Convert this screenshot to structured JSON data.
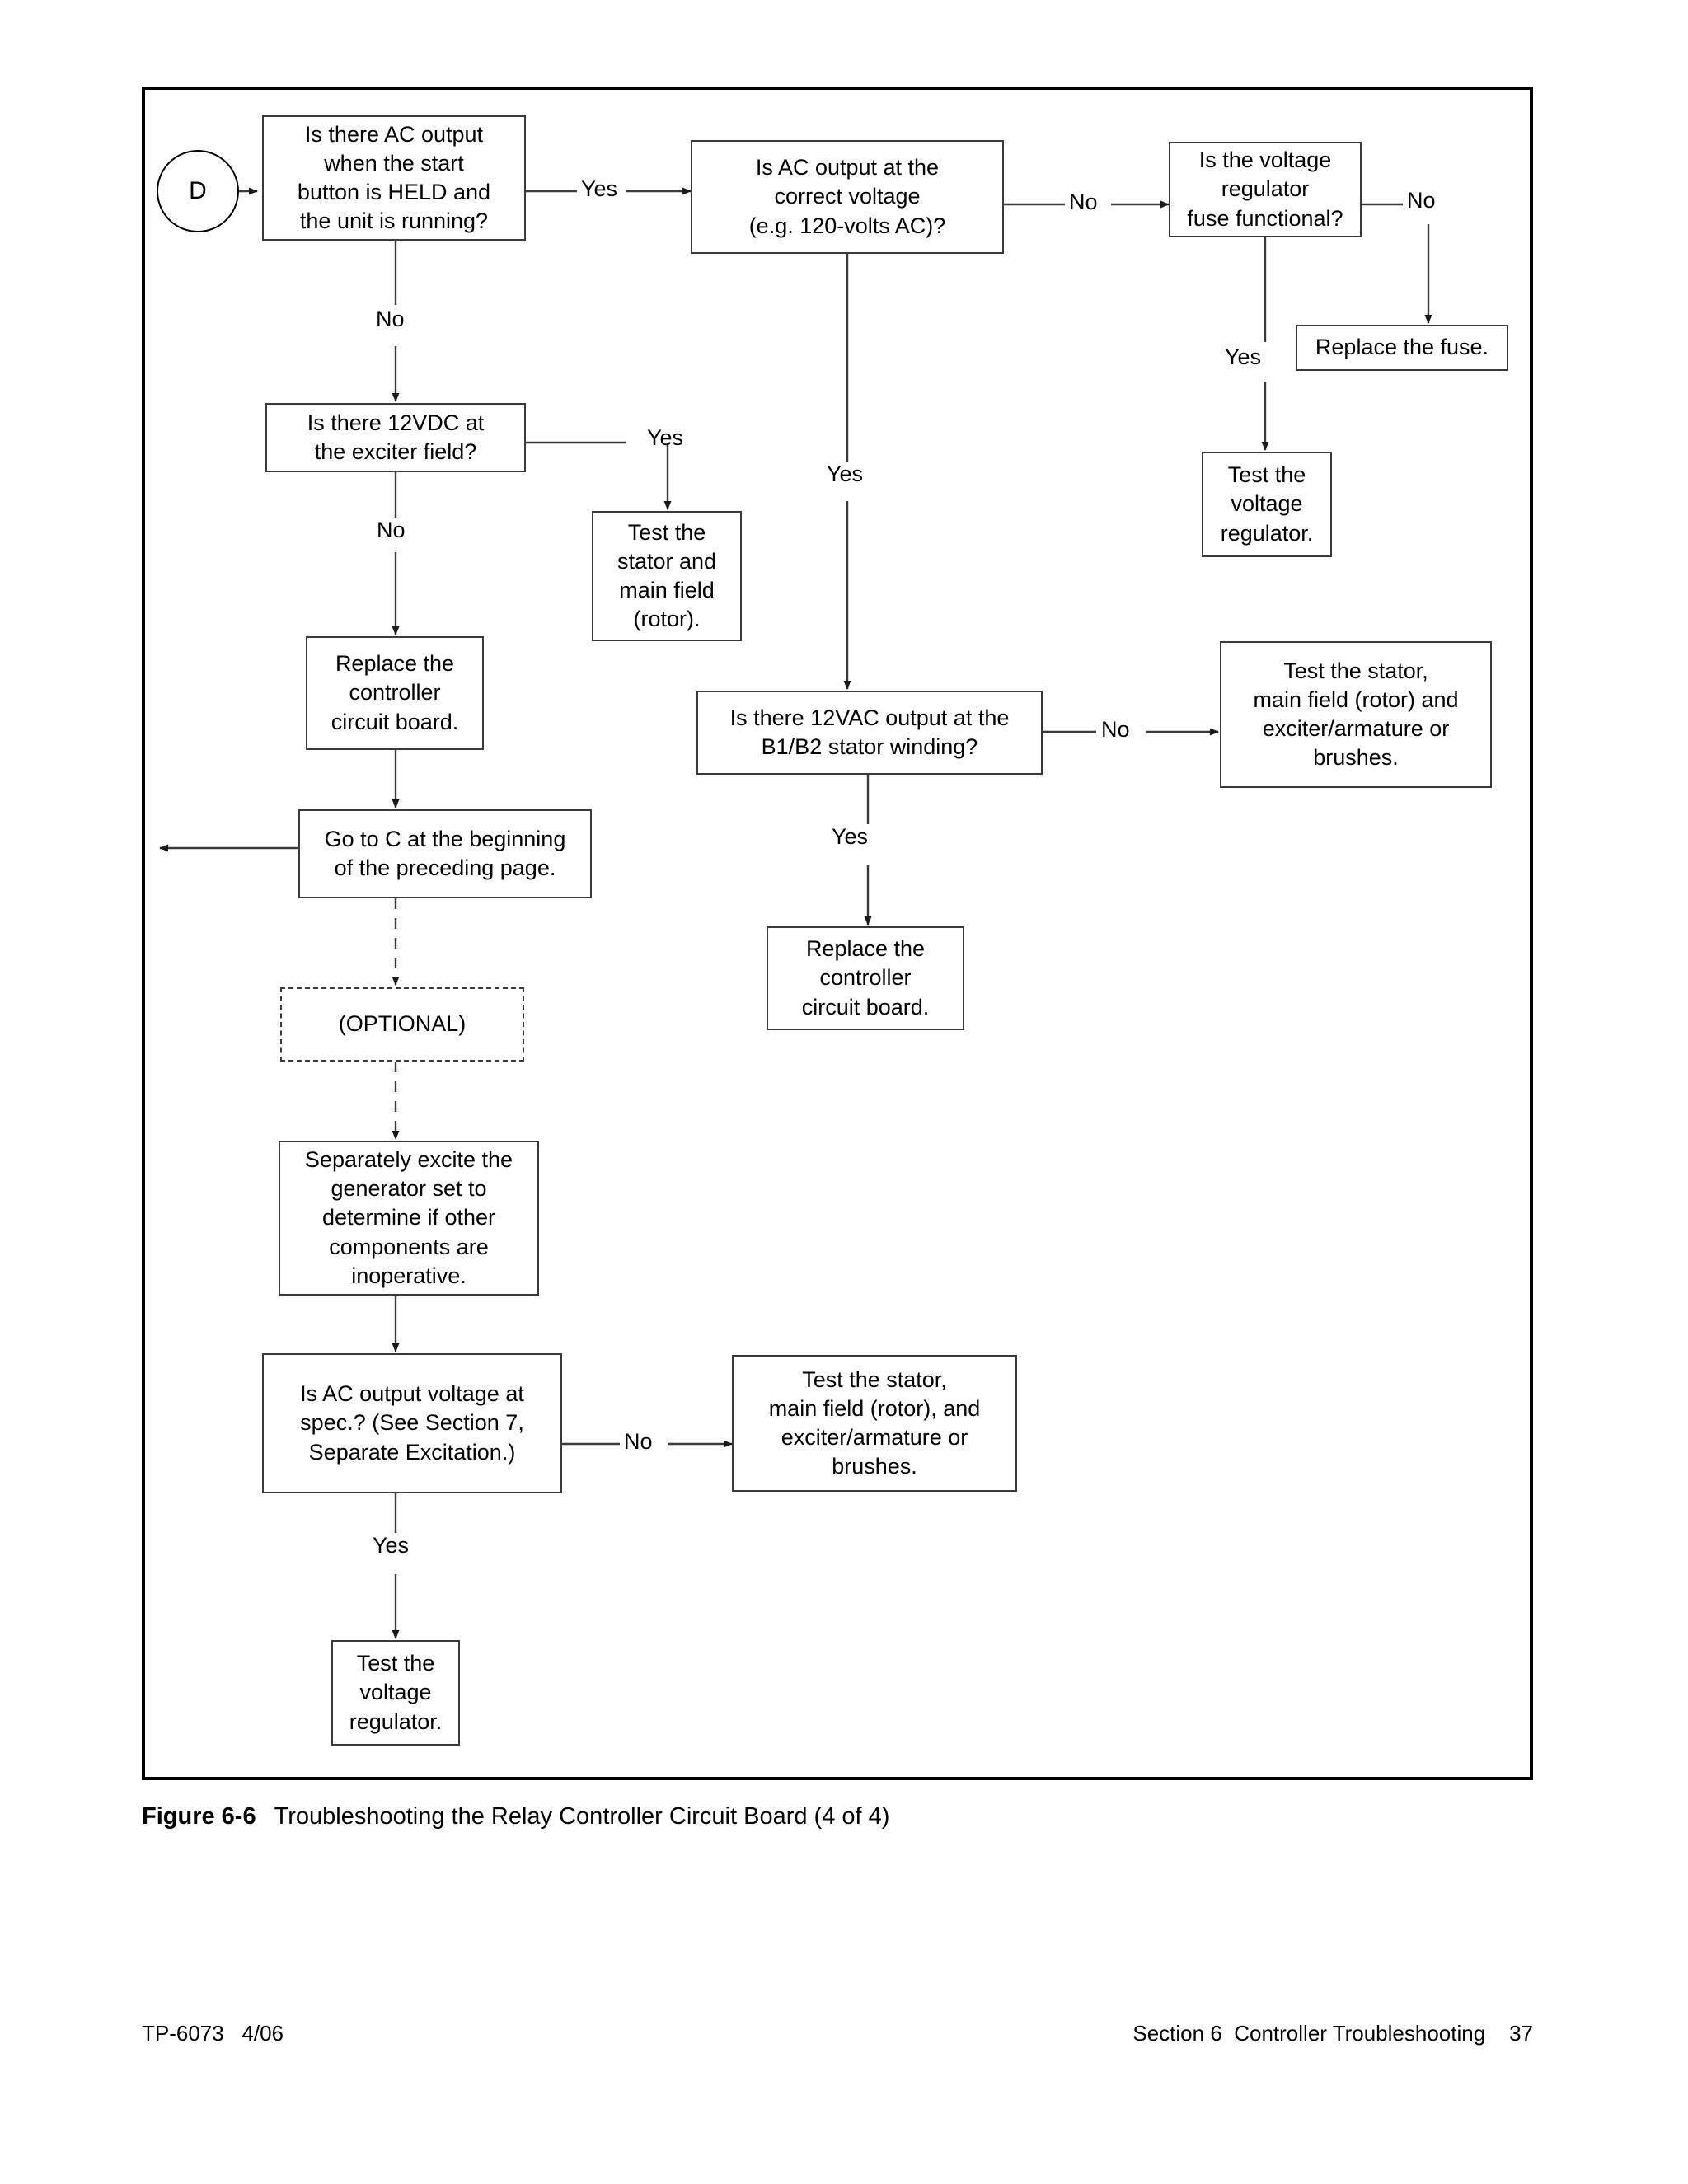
{
  "document": {
    "figure_number": "Figure 6-6",
    "figure_caption": "Troubleshooting the Relay Controller Circuit Board (4 of 4)",
    "footer_left": "TP-6073   4/06",
    "footer_right": "Section 6  Controller Troubleshooting    37"
  },
  "flowchart": {
    "type": "flowchart",
    "title": "Troubleshooting the Relay Controller Circuit Board (4 of 4)",
    "entry_connector": "D",
    "nodes": [
      {
        "id": "n-ac-output-start",
        "label": "Is there AC output\nwhen the start\nbutton is HELD and\nthe unit is running?",
        "shape": "process-decision"
      },
      {
        "id": "n-ac-correct-voltage",
        "label": "Is AC output at the\ncorrect voltage\n(e.g. 120-volts AC)?",
        "shape": "process-decision"
      },
      {
        "id": "n-vr-fuse-functional",
        "label": "Is the voltage\nregulator\nfuse functional?",
        "shape": "process-decision"
      },
      {
        "id": "n-replace-fuse",
        "label": "Replace the fuse.",
        "shape": "process"
      },
      {
        "id": "n-test-vr-right",
        "label": "Test the\nvoltage\nregulator.",
        "shape": "process"
      },
      {
        "id": "n-12vdc-exciter",
        "label": "Is there 12VDC at\nthe exciter field?",
        "shape": "process-decision"
      },
      {
        "id": "n-test-stator-mainfield",
        "label": "Test the\nstator and\nmain field\n(rotor).",
        "shape": "process"
      },
      {
        "id": "n-replace-board-left",
        "label": "Replace the\ncontroller\ncircuit board.",
        "shape": "process"
      },
      {
        "id": "n-goto-c",
        "label": "Go to C at the beginning\nof the preceding page.",
        "shape": "process"
      },
      {
        "id": "n-optional",
        "label": "(OPTIONAL)",
        "shape": "optional-dashed"
      },
      {
        "id": "n-separately-excite",
        "label": "Separately excite the\ngenerator set to\ndetermine if other\ncomponents are\ninoperative.",
        "shape": "process"
      },
      {
        "id": "n-ac-voltage-spec",
        "label": "Is AC output voltage at\nspec.? (See Section 7,\nSeparate Excitation.)",
        "shape": "process-decision"
      },
      {
        "id": "n-test-stator-spec",
        "label": "Test the stator,\nmain field (rotor), and\nexciter/armature or\nbrushes.",
        "shape": "process"
      },
      {
        "id": "n-test-vr-bottom",
        "label": "Test the\nvoltage\nregulator.",
        "shape": "process"
      },
      {
        "id": "n-12vac-b1b2",
        "label": "Is there 12VAC output at the\nB1/B2 stator winding?",
        "shape": "process-decision"
      },
      {
        "id": "n-test-stator-b1b2",
        "label": "Test the stator,\nmain field (rotor) and\nexciter/armature or\nbrushes.",
        "shape": "process"
      },
      {
        "id": "n-replace-board-mid",
        "label": "Replace the\ncontroller\ncircuit board.",
        "shape": "process"
      }
    ],
    "edge_labels": [
      {
        "id": "e-yes-1",
        "label": "Yes",
        "from": "n-ac-output-start",
        "to": "n-ac-correct-voltage"
      },
      {
        "id": "e-no-1",
        "label": "No",
        "from": "n-ac-output-start",
        "to": "n-12vdc-exciter"
      },
      {
        "id": "e-no-2",
        "label": "No",
        "from": "n-ac-correct-voltage",
        "to": "n-vr-fuse-functional"
      },
      {
        "id": "e-yes-2",
        "label": "Yes",
        "from": "n-ac-correct-voltage",
        "to": "n-12vac-b1b2"
      },
      {
        "id": "e-no-3",
        "label": "No",
        "from": "n-vr-fuse-functional",
        "to": "n-replace-fuse"
      },
      {
        "id": "e-yes-3",
        "label": "Yes",
        "from": "n-vr-fuse-functional",
        "to": "n-test-vr-right"
      },
      {
        "id": "e-yes-4",
        "label": "Yes",
        "from": "n-12vdc-exciter",
        "to": "n-test-stator-mainfield"
      },
      {
        "id": "e-no-4",
        "label": "No",
        "from": "n-12vdc-exciter",
        "to": "n-replace-board-left"
      },
      {
        "id": "e-no-5",
        "label": "No",
        "from": "n-12vac-b1b2",
        "to": "n-test-stator-b1b2"
      },
      {
        "id": "e-yes-5",
        "label": "Yes",
        "from": "n-12vac-b1b2",
        "to": "n-replace-board-mid"
      },
      {
        "id": "e-no-6",
        "label": "No",
        "from": "n-ac-voltage-spec",
        "to": "n-test-stator-spec"
      },
      {
        "id": "e-yes-6",
        "label": "Yes",
        "from": "n-ac-voltage-spec",
        "to": "n-test-vr-bottom"
      }
    ],
    "colors": {
      "line": "#3a3a3a",
      "frame": "#000000",
      "text": "#000000",
      "background": "#ffffff"
    }
  }
}
